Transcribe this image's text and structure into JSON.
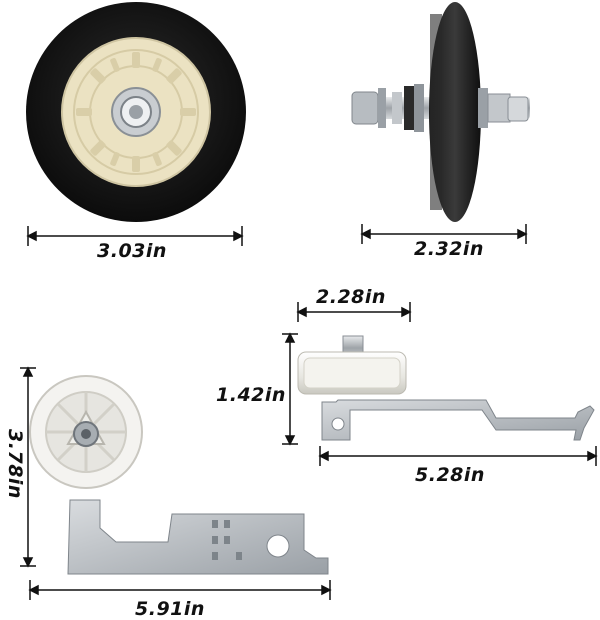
{
  "image": {
    "width": 600,
    "height": 620
  },
  "parts": [
    {
      "name": "drum-roller-front",
      "label_dimension": "3.03in"
    },
    {
      "name": "drum-roller-side",
      "label_dimension": "2.32in"
    },
    {
      "name": "idler-pulley-small",
      "label_width": "2.28in",
      "label_height": "1.42in",
      "label_length": "5.28in"
    },
    {
      "name": "idler-pulley-large",
      "label_height": "3.78in",
      "label_length": "5.91in"
    }
  ],
  "labels": {
    "roller_front_width": "3.03in",
    "roller_side_width": "2.32in",
    "small_pulley_width": "2.28in",
    "small_pulley_height": "1.42in",
    "small_pulley_length": "5.28in",
    "large_pulley_height": "3.78in",
    "large_pulley_length": "5.91in"
  },
  "colors": {
    "tire": "#151515",
    "hub": "#ece3c4",
    "metal": "#b9bec3",
    "pulley": "#f2f2ee",
    "text": "#111111"
  }
}
